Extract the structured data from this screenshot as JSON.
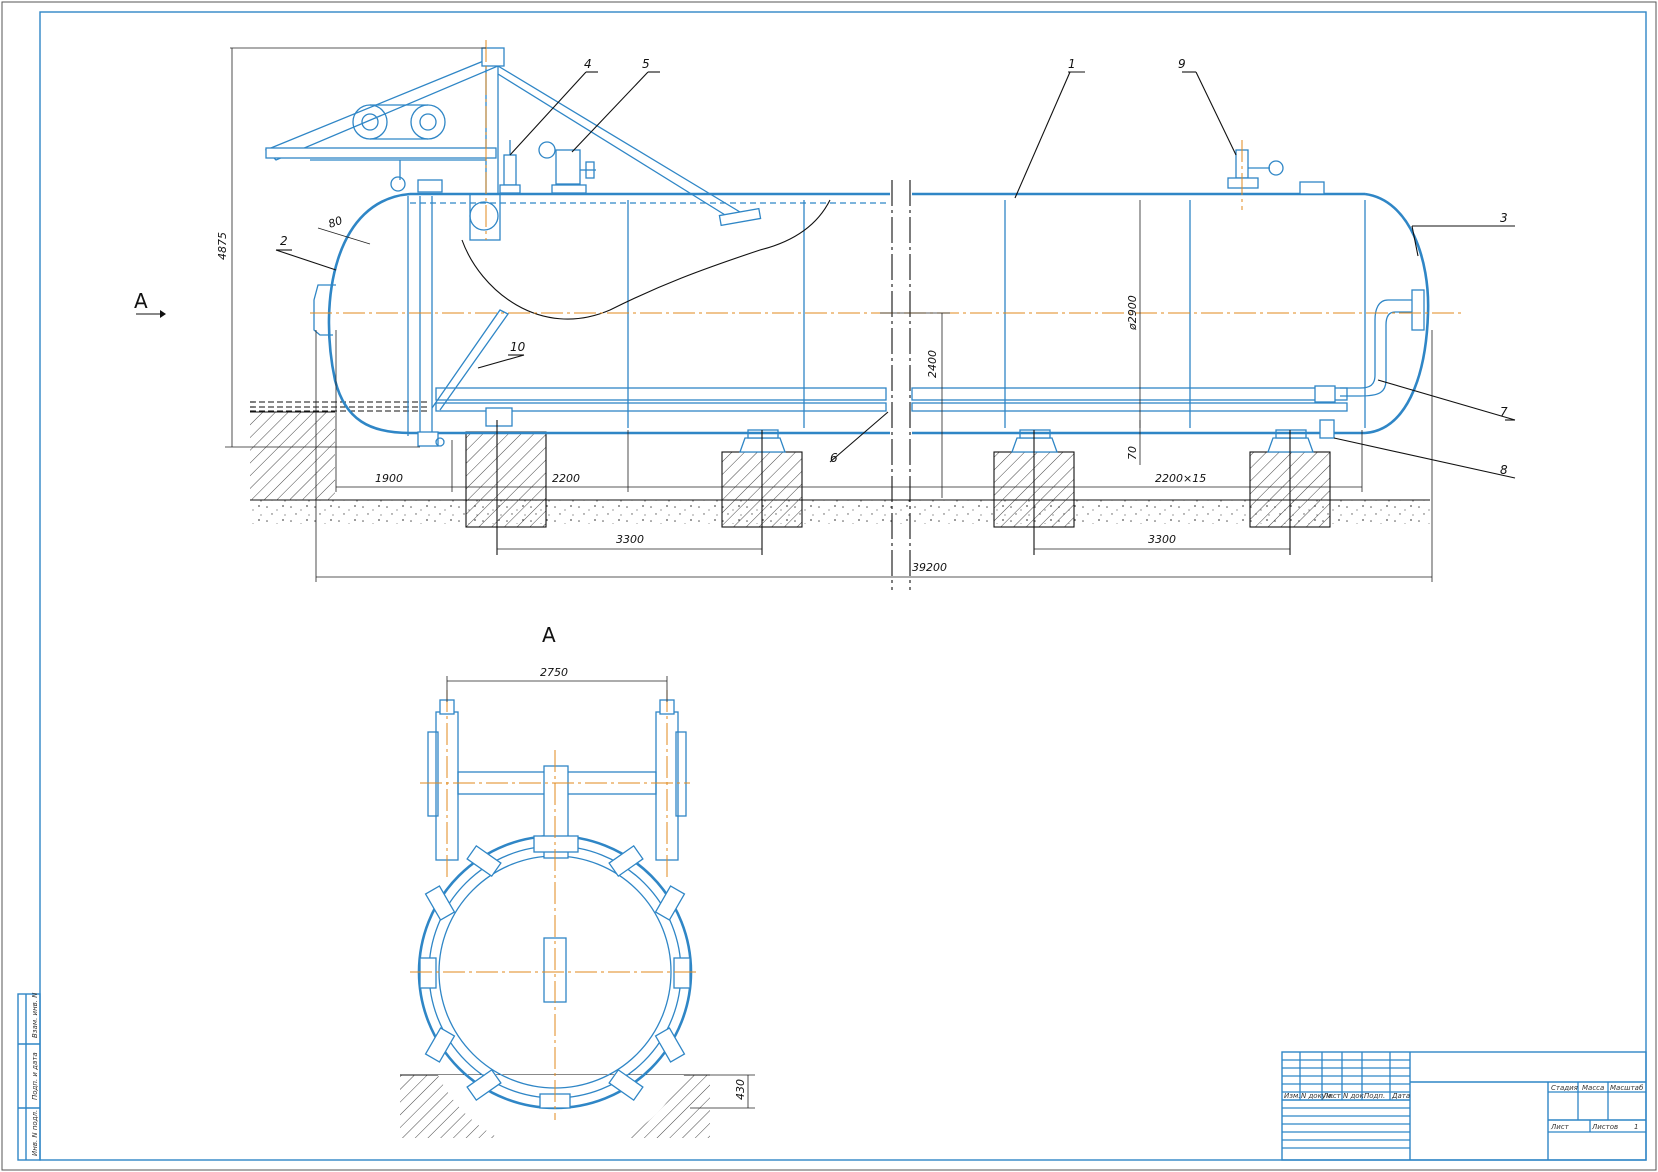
{
  "drawing": {
    "dimensions": {
      "height_total": "4875",
      "wall": "80",
      "inner_diameter": "ø2900",
      "axis_height": "2400",
      "bottom_gap": "70",
      "door_offset": "1900",
      "first_span": "2200",
      "span_series": "2200×15",
      "support_left": "3300",
      "support_right": "3300",
      "overall_length": "39200",
      "view_width": "2750",
      "foundation_depth": "430"
    },
    "callouts": [
      "1",
      "2",
      "3",
      "4",
      "5",
      "6",
      "7",
      "8",
      "9",
      "10"
    ],
    "view_arrow_label": "A",
    "section_label": "A",
    "colors": {
      "geometry": "#2f86c6",
      "centerline": "#e08a1e",
      "dimension": "#222222"
    }
  },
  "title_block": {
    "headers": [
      "Изм.",
      "N докум.",
      "Лист",
      "N док.",
      "Подп.",
      "Дата"
    ],
    "stage": "Стадия",
    "mass": "Масса",
    "scale": "Масштаб",
    "sheet": "Лист",
    "sheets": "Листов",
    "sheets_value": "1"
  },
  "side_stamp": [
    "Инв. N подл.",
    "Подп. и дата",
    "Взам. инв. N"
  ]
}
